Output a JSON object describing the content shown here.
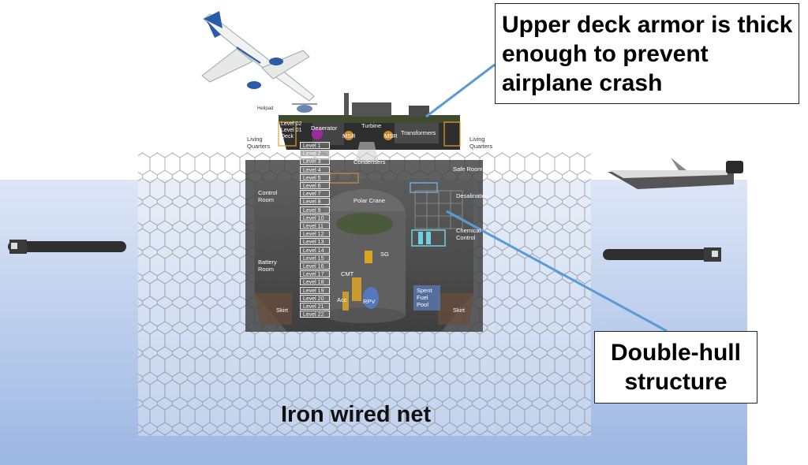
{
  "callouts": {
    "top": "Upper deck armor is thick enough to prevent airplane crash",
    "hull": "Double-hull structure"
  },
  "net_label": "Iron wired net",
  "plant": {
    "levels": [
      "Level 1",
      "Level 2",
      "Level 3",
      "Level 4",
      "Level 5",
      "Level 6",
      "Level 7",
      "Level 8",
      "Level 9",
      "Level 10",
      "Level 11",
      "Level 12",
      "Level 13",
      "Level 14",
      "Level 15",
      "Level 16",
      "Level 17",
      "Level 18",
      "Level 19",
      "Level 20",
      "Level 21",
      "Level 22"
    ],
    "deck_levels": [
      "Level 02",
      "Level 01",
      "Deck"
    ],
    "labels": {
      "helipad": "Helipad",
      "deaerator": "Deaerator",
      "turbine": "Turbine",
      "msr_left": "MSR",
      "msr_right": "MSR",
      "transformers": "Transformers",
      "living_left": "Living Quarters",
      "living_right": "Living Quarters",
      "condensers": "Condensers",
      "safe_room": "Safe Room",
      "control_room": "Control Room",
      "desalination": "Desalination",
      "polar_crane": "Polar Crane",
      "chemical_control": "Chemical Control",
      "sg": "SG",
      "cmt": "CMT",
      "battery_room": "Battery Room",
      "acc": "Acc",
      "rpv": "RPV",
      "spent_fuel_pool": "Spent Fuel Pool",
      "skirt_left": "Skirt",
      "skirt_right": "Skirt"
    }
  },
  "colors": {
    "sea_top": "#dde6f6",
    "sea_bottom": "#9cb6e2",
    "arrow": "#5b9bd5",
    "hull": "#3a3a3a",
    "deck": "#3f4a2e"
  }
}
